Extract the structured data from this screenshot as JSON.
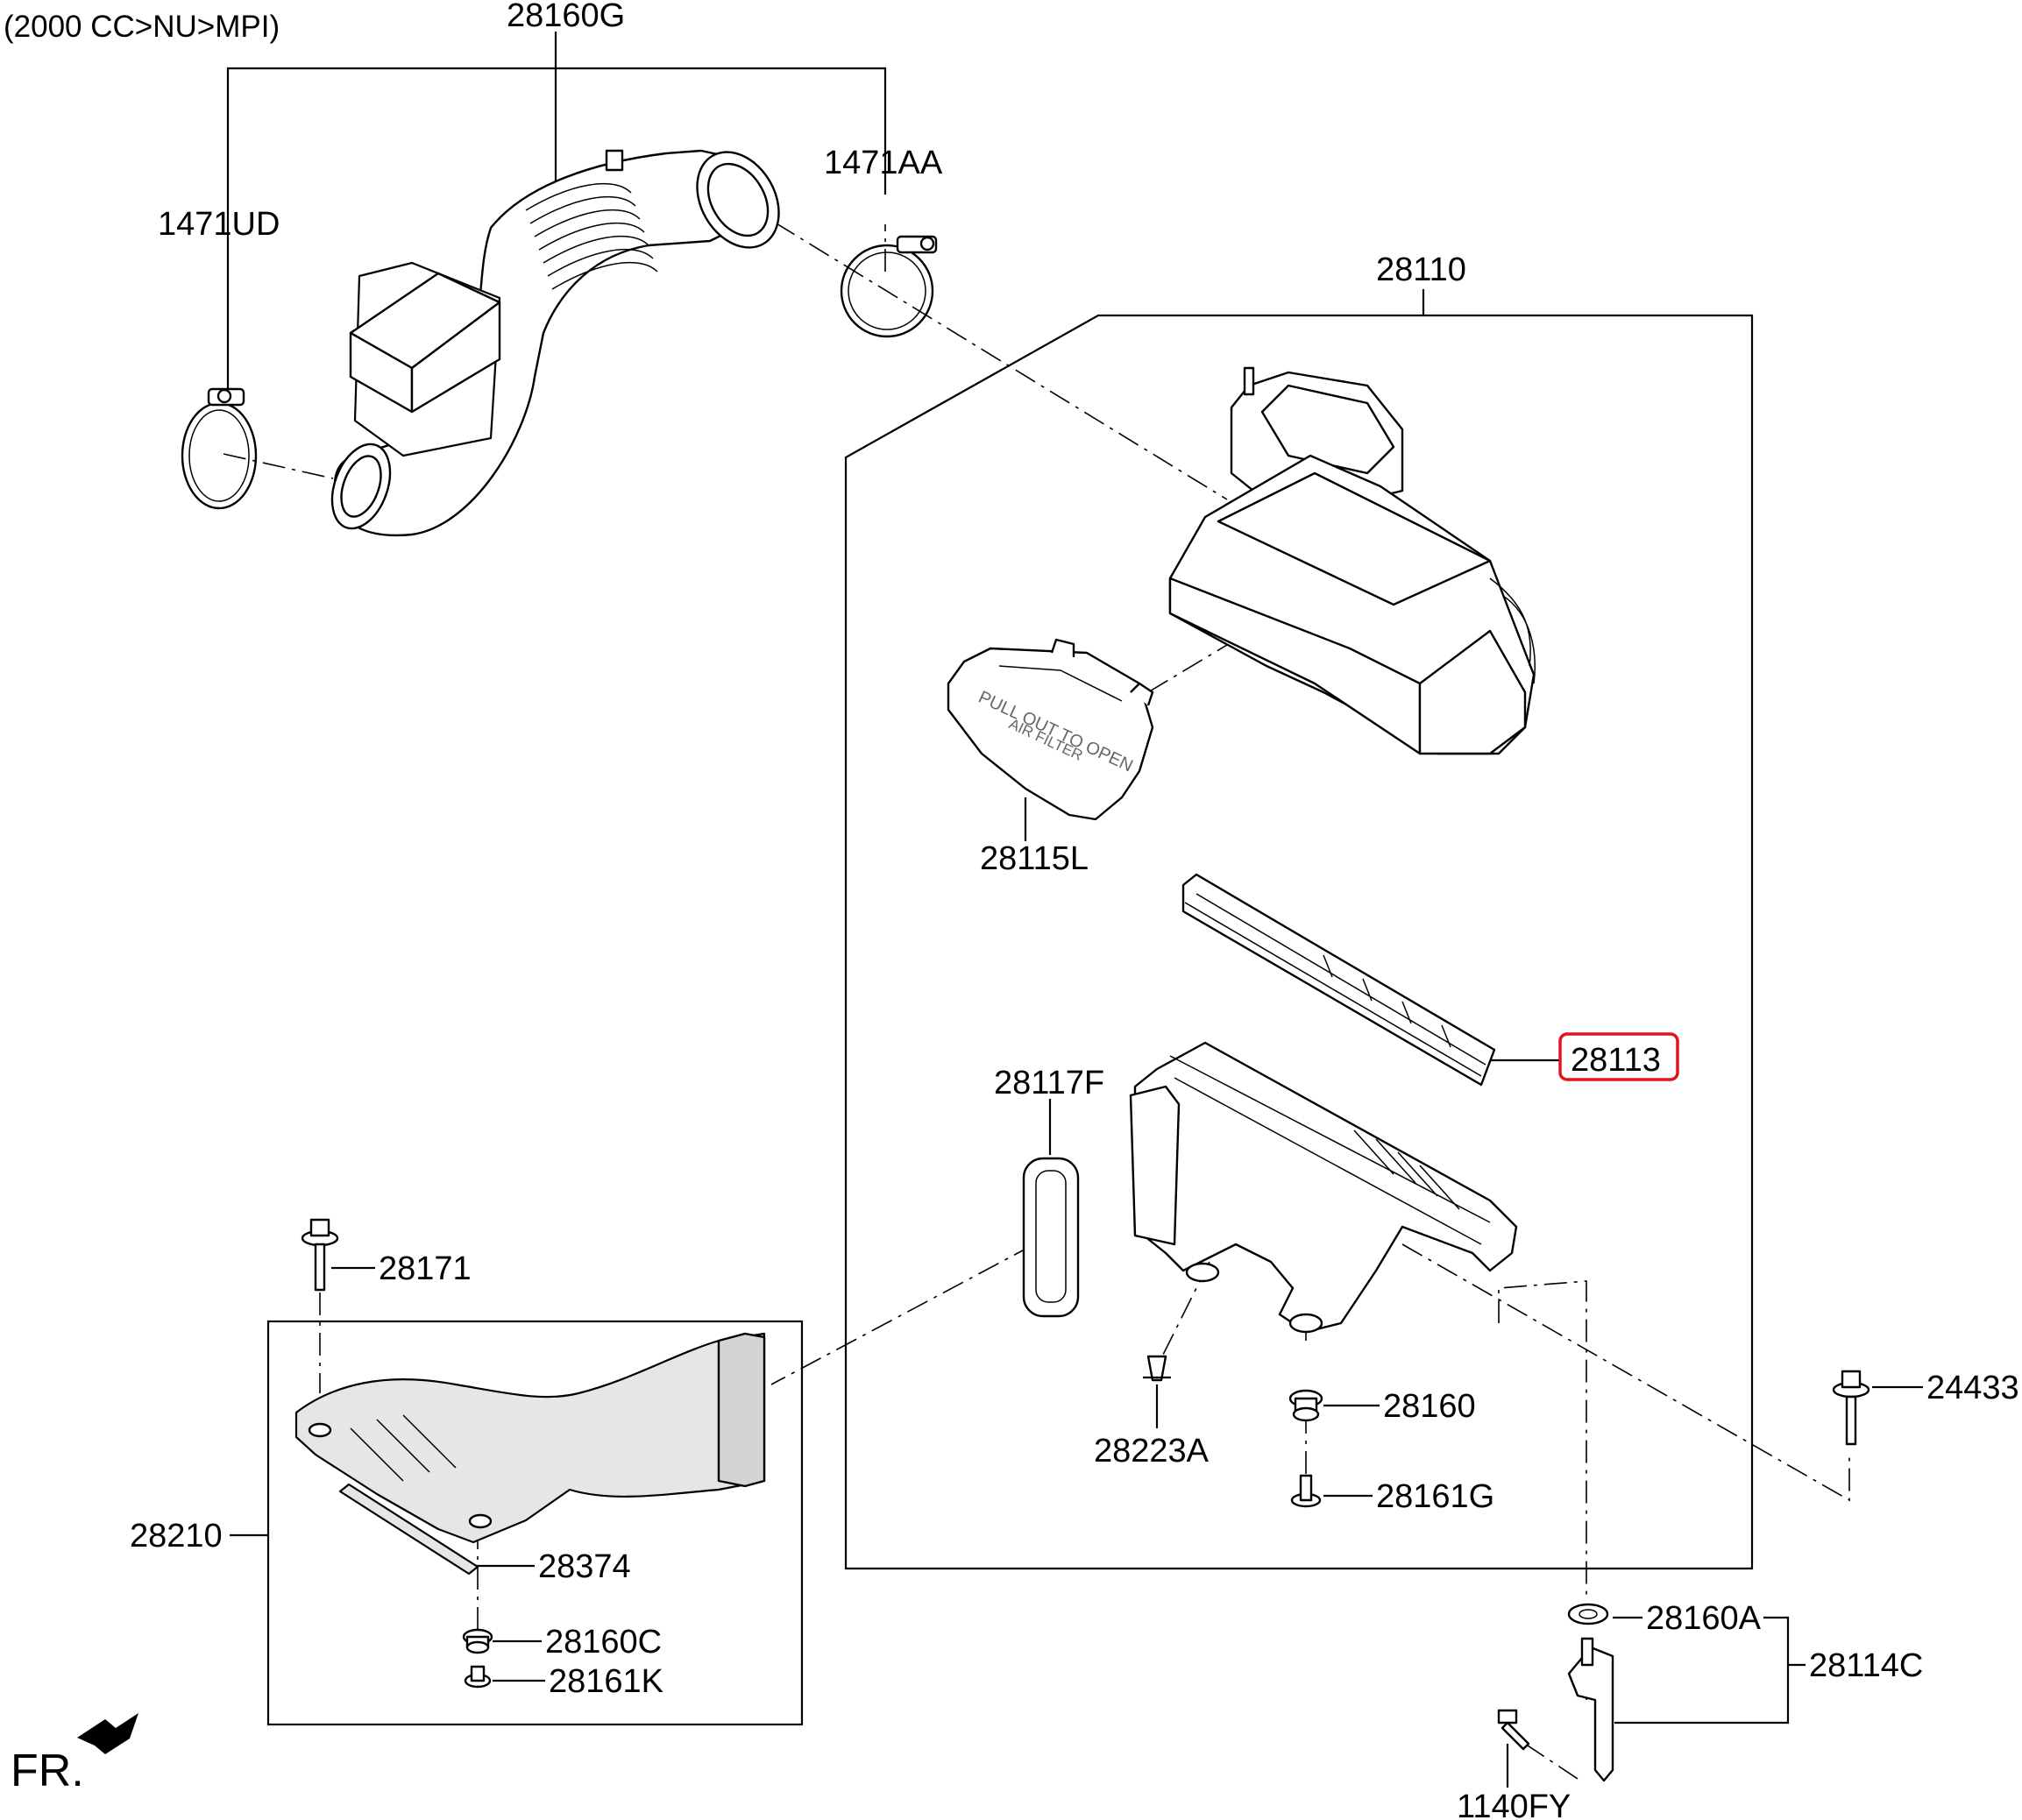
{
  "diagram": {
    "note": "(2000 CC>NU>MPI)",
    "fr_label": "FR.",
    "highlighted_part": "28113",
    "highlight_color": "#e0141e",
    "labels": {
      "p28160G": "28160G",
      "p1471UD": "1471UD",
      "p1471AA": "1471AA",
      "p28110": "28110",
      "p28115L": "28115L",
      "p28113": "28113",
      "p28117F": "28117F",
      "p28171": "28171",
      "p24433": "24433",
      "p28160": "28160",
      "p28223A": "28223A",
      "p28161G": "28161G",
      "p28210": "28210",
      "p28374": "28374",
      "p28160C": "28160C",
      "p28161K": "28161K",
      "p28160A": "28160A",
      "p28114C": "28114C",
      "p1140FY": "1140FY"
    },
    "cover_text_1": "PULL OUT TO OPEN",
    "cover_text_2": "AIR FILTER"
  }
}
